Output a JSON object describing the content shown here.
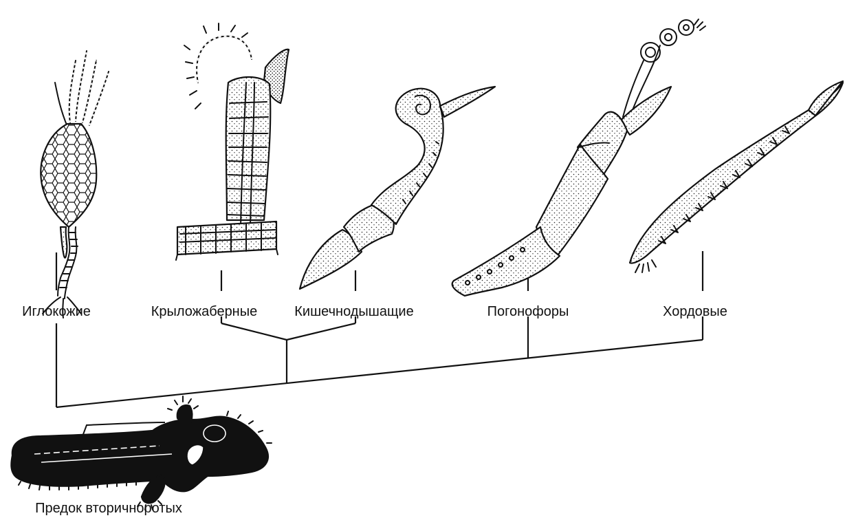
{
  "diagram": {
    "taxa": [
      {
        "id": "echinoderms",
        "label": "Иглокожие"
      },
      {
        "id": "pterobranchs",
        "label": "Крыложаберные"
      },
      {
        "id": "enteropneusts",
        "label": "Кишечнодышащие"
      },
      {
        "id": "pogonophores",
        "label": "Погонофоры"
      },
      {
        "id": "chordates",
        "label": "Хордовые"
      }
    ],
    "ancestor": {
      "label": "Предок вторичноротых"
    }
  }
}
